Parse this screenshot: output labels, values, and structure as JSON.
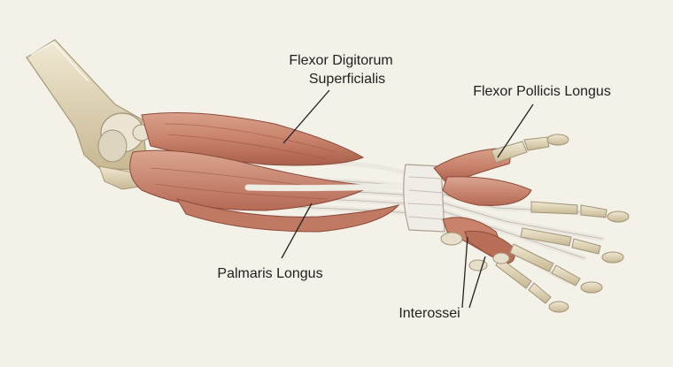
{
  "labels": {
    "fds_line1": "Flexor Digitorum",
    "fds_line2": "Superficialis",
    "fpl": "Flexor Pollicis Longus",
    "pl": "Palmaris Longus",
    "interossei": "Interossei"
  },
  "colors": {
    "background": "#f3f1e8",
    "bone": "#e6dcc2",
    "bone_shadow": "#b9ab89",
    "muscle": "#cf8e76",
    "muscle_dark": "#a45a47",
    "tendon": "#ebe8e0",
    "tendon_edge": "#b9b3a6",
    "leader": "#222222"
  }
}
